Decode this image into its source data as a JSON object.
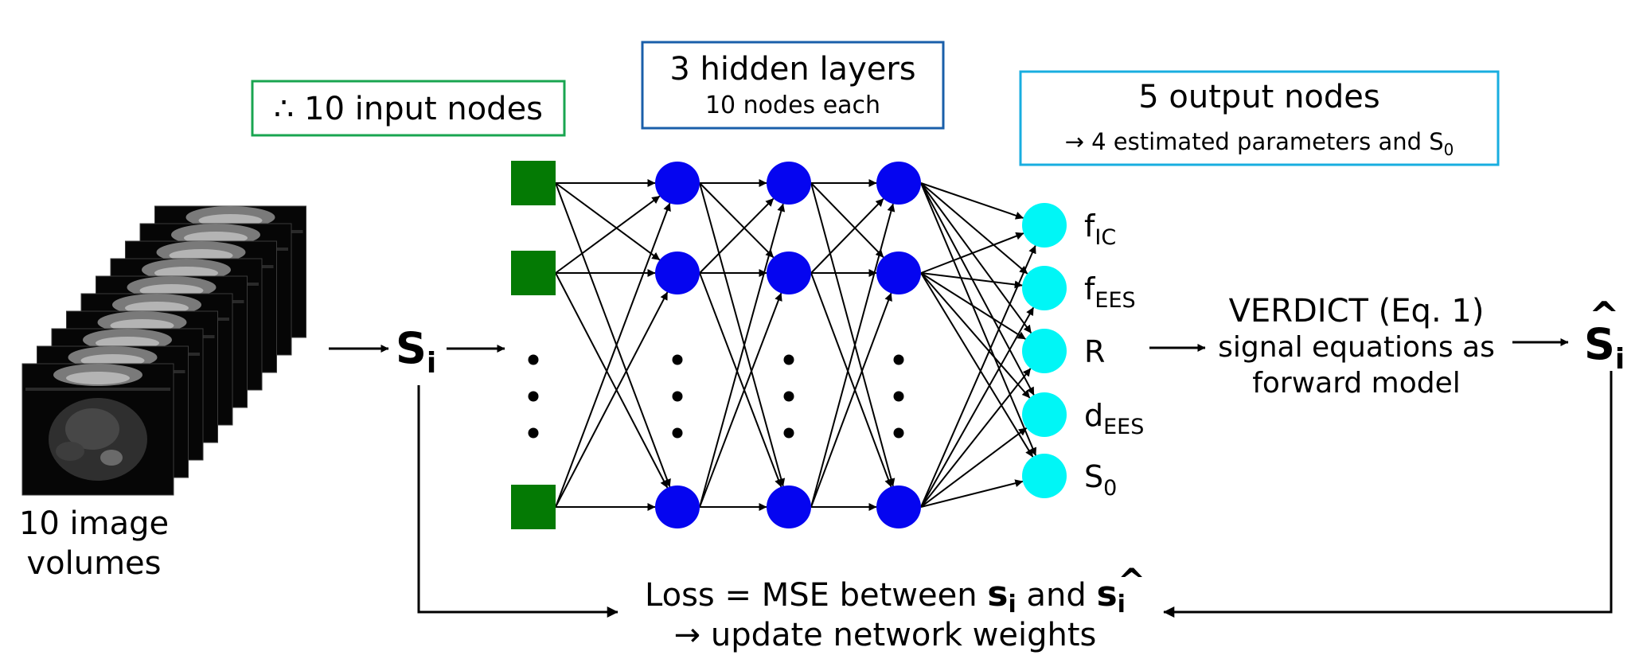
{
  "colors": {
    "input_node": "#047a04",
    "hidden_node": "#0505f0",
    "output_node": "#00f6f6",
    "input_box": "#19a550",
    "hidden_box": "#1a5faa",
    "output_box": "#18aee0"
  },
  "input_box": {
    "symbol": "∴",
    "text": "10 input nodes"
  },
  "hidden_box": {
    "title": "3 hidden layers",
    "subtitle": "10 nodes each"
  },
  "output_box": {
    "title": "5 output nodes",
    "subtitle_prefix": "→ 4 estimated parameters and S",
    "subtitle_sub": "0"
  },
  "image_stack": {
    "count": 10,
    "label_line1": "10 image",
    "label_line2": "volumes"
  },
  "signal": {
    "symbol": "S",
    "subscript": "i"
  },
  "signal_hat": {
    "symbol": "S",
    "subscript": "i",
    "hat": "^"
  },
  "outputs": [
    {
      "main": "f",
      "sub": "IC"
    },
    {
      "main": "f",
      "sub": "EES"
    },
    {
      "main": "R",
      "sub": ""
    },
    {
      "main": "d",
      "sub": "EES"
    },
    {
      "main": "S",
      "sub": "0"
    }
  ],
  "verdict": {
    "line1": "VERDICT (Eq. 1)",
    "line2": "signal equations as",
    "line3": "forward model"
  },
  "loss": {
    "prefix": "Loss = MSE between ",
    "s1": "s",
    "s1_sub": "i",
    "middle": " and ",
    "s2": "s",
    "s2_sub": "i",
    "s2_hat": "^",
    "line2": "→ update network weights"
  }
}
